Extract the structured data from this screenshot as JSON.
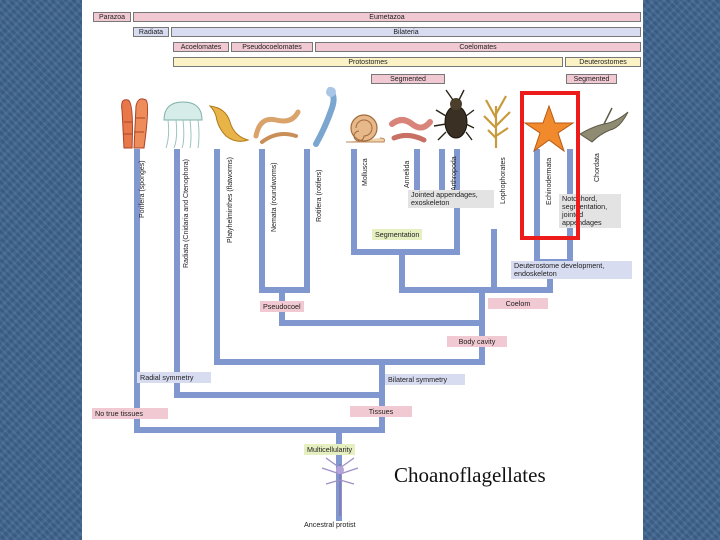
{
  "header_bars": {
    "parazoa": "Parazoa",
    "eumetazoa": "Eumetazoa",
    "radiata": "Radiata",
    "bilateria": "Bilateria",
    "acoelomates": "Acoelomates",
    "pseudocoelomates": "Pseudocoelomates",
    "coelomates": "Coelomates",
    "protostomes": "Protostomes",
    "deuterostomes": "Deuterostomes",
    "segmented_1": "Segmented",
    "segmented_2": "Segmented"
  },
  "taxa": {
    "porifera": "Porifera (sponges)",
    "radiata": "Radiata (Cnidaria and Ctenophora)",
    "platyhelminthes": "Platyhelminthes (flatworms)",
    "nemata": "Nemata (roundworms)",
    "rotifera": "Rotifera (rotifers)",
    "mollusca": "Mollusca",
    "annelida": "Annelida",
    "arthropoda": "Arthropoda",
    "lophophorates": "Lophophorates",
    "echinodermata": "Echinodermata",
    "chordata": "Chordata"
  },
  "characters": {
    "jointed_appendages": "Jointed appendages, exoskeleton",
    "notochord": "Notochord, segmentation, jointed appendages",
    "segmentation": "Segmentation",
    "deuterostome_development": "Deuterostome development, endoskeleton",
    "pseudocoel": "Pseudocoel",
    "coelom": "Coelom",
    "body_cavity": "Body cavity",
    "radial_symmetry": "Radial symmetry",
    "bilateral_symmetry": "Bilateral symmetry",
    "no_true_tissues": "No true tissues",
    "tissues": "Tissues",
    "multicellularity": "Multicellularity",
    "ancestral_protist": "Ancestral protist"
  },
  "caption": "Choanoflagellates",
  "colors": {
    "tree_branch": "#8097cf",
    "highlight": "#ee1b1b",
    "pink_label": "#f1c9d3",
    "lavender_label": "#d8dcf1",
    "yellow_label": "#fbf3c6",
    "slide_background": "#3f6590"
  }
}
